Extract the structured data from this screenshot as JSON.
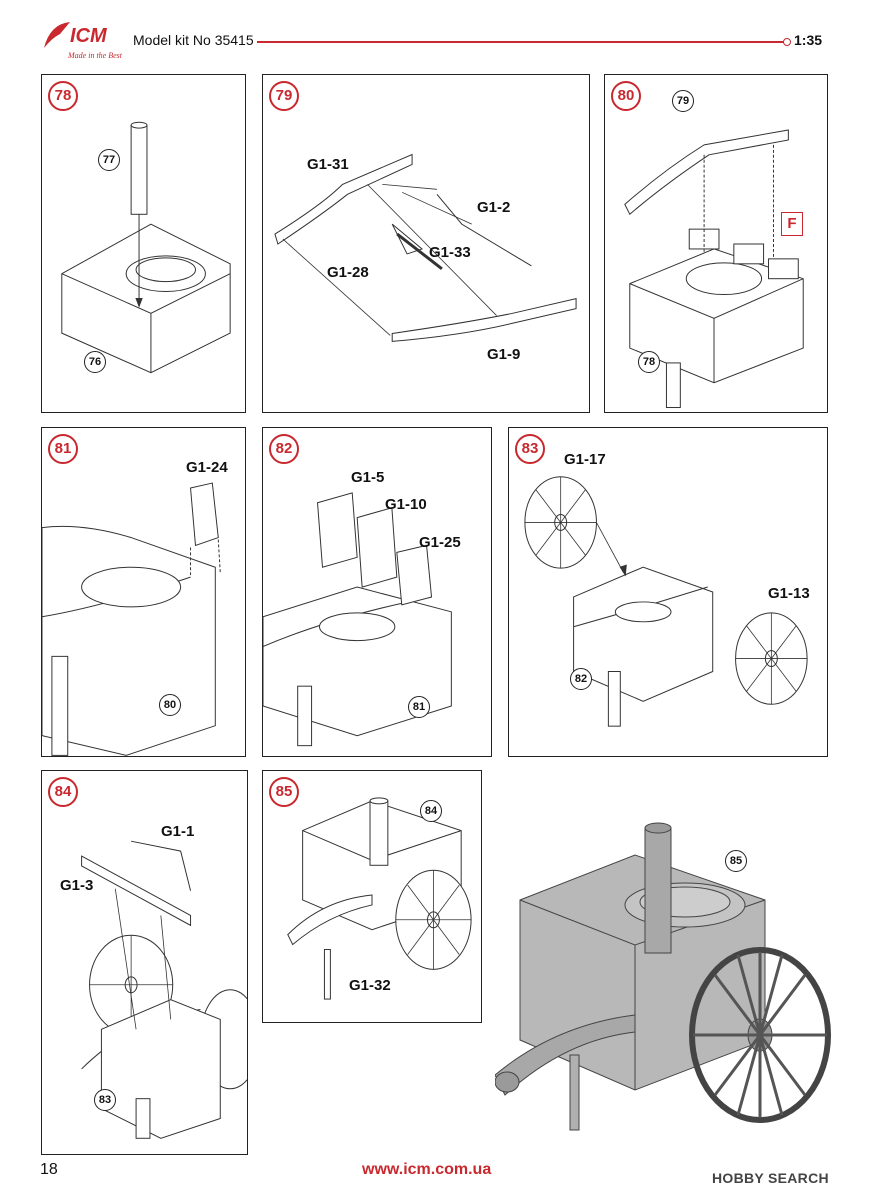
{
  "header": {
    "brand": "ICM",
    "tagline": "Made in the Best",
    "model_kit": "Model kit No 35415",
    "scale": "1:35"
  },
  "steps": [
    {
      "num": "78",
      "parts": [
        "77"
      ],
      "refs": [
        "77",
        "76"
      ]
    },
    {
      "num": "79",
      "parts": [
        "G1-31",
        "G1-2",
        "G1-33",
        "G1-28",
        "G1-9"
      ]
    },
    {
      "num": "80",
      "refs": [
        "79",
        "78"
      ],
      "marker": "F"
    },
    {
      "num": "81",
      "parts": [
        "G1-24"
      ],
      "refs": [
        "80"
      ]
    },
    {
      "num": "82",
      "parts": [
        "G1-5",
        "G1-10",
        "G1-25"
      ],
      "refs": [
        "81"
      ]
    },
    {
      "num": "83",
      "parts": [
        "G1-17",
        "G1-13"
      ],
      "refs": [
        "82"
      ]
    },
    {
      "num": "84",
      "parts": [
        "G1-1",
        "G1-3"
      ],
      "refs": [
        "83"
      ]
    },
    {
      "num": "85",
      "parts": [
        "G1-32"
      ],
      "refs": [
        "84"
      ]
    }
  ],
  "final_ref": "85",
  "footer": {
    "page_number": "18",
    "url": "www.icm.com.ua",
    "watermark": "HOBBY SEARCH"
  },
  "colors": {
    "brand_red": "#c8282e",
    "model_gray": "#b8b8b8",
    "line": "#333333"
  }
}
